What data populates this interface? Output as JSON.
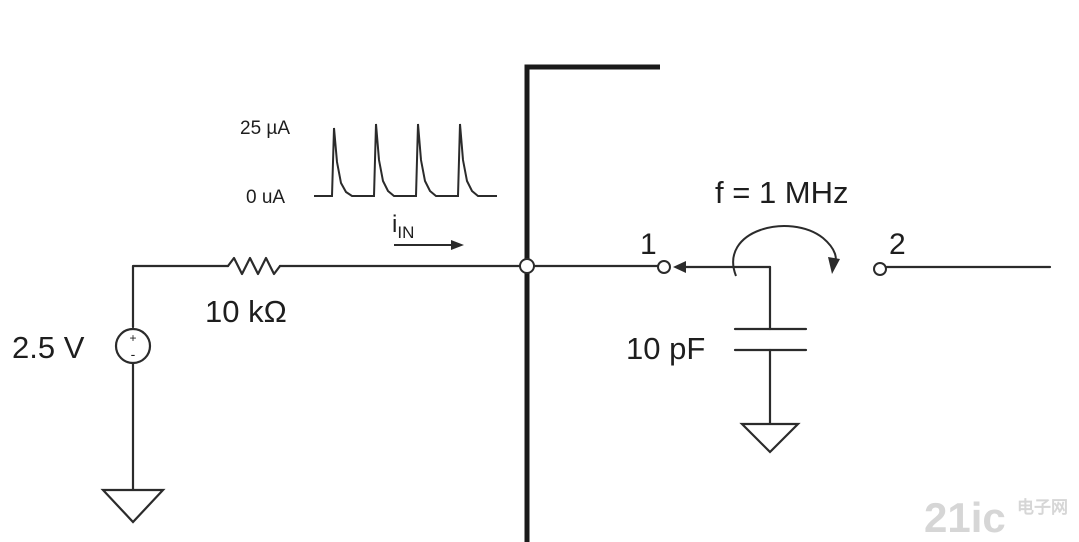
{
  "source": {
    "voltage_label": "2.5 V",
    "plus_sign": "+",
    "minus_sign": "-"
  },
  "resistor": {
    "label": "10 kΩ"
  },
  "input_current": {
    "symbol": "i",
    "subscript": "IN"
  },
  "pulse_waveform": {
    "top_label": "25 µA",
    "bottom_label": "0 uA",
    "pulse_count": 4
  },
  "switch": {
    "frequency_label": "f = 1 MHz",
    "terminal_1": "1",
    "terminal_2": "2"
  },
  "capacitor": {
    "label": "10 pF"
  },
  "watermark": {
    "text": "21ic",
    "subtext": "电子网"
  }
}
